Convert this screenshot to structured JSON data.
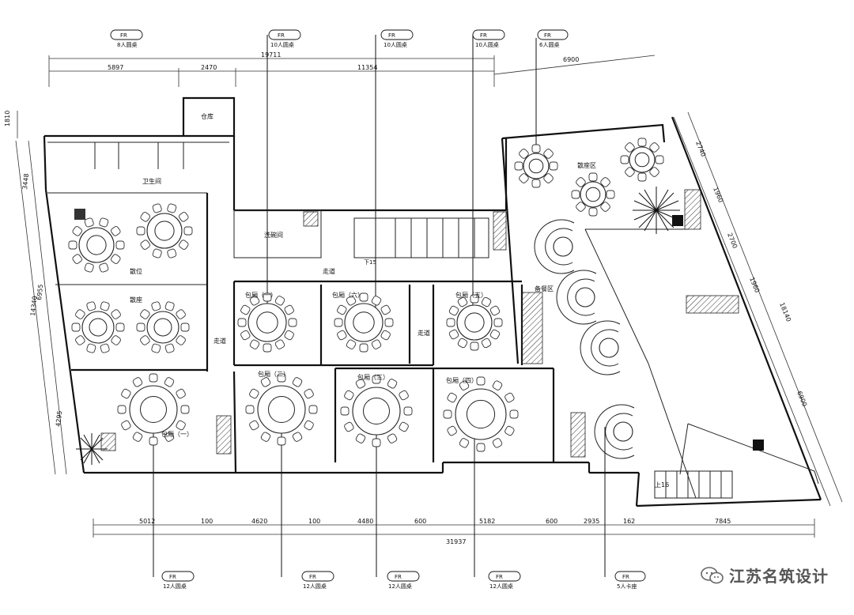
{
  "top_tags": [
    {
      "code": "FR",
      "label": "8人圆桌"
    },
    {
      "code": "FR",
      "label": "10人圆桌"
    },
    {
      "code": "FR",
      "label": "10人圆桌"
    },
    {
      "code": "FR",
      "label": "10人圆桌"
    },
    {
      "code": "FR",
      "label": "6人圆桌"
    }
  ],
  "bottom_tags": [
    {
      "code": "FR",
      "label": "12人圆桌"
    },
    {
      "code": "FR",
      "label": "12人圆桌"
    },
    {
      "code": "FR",
      "label": "12人圆桌"
    },
    {
      "code": "FR",
      "label": "12人圆桌"
    },
    {
      "code": "FR",
      "label": "5人卡座"
    }
  ],
  "top_dims": {
    "total": "19711",
    "segments": [
      "5897",
      "2470",
      "11354"
    ],
    "right": "6900"
  },
  "bottom_dims": {
    "total": "31937",
    "segments": [
      "5012",
      "100",
      "4620",
      "100",
      "4480",
      "600",
      "5182",
      "600",
      "2935",
      "162",
      "7845"
    ]
  },
  "left_dims": [
    "1810",
    "3448",
    "6955",
    "14340",
    "4295"
  ],
  "right_dims": [
    "2740",
    "1960",
    "2700",
    "1960",
    "18140",
    "6900"
  ],
  "rooms": {
    "toilet": "卫生间",
    "storage": "仓库",
    "pantry": "洗碗间",
    "corridor1": "走道",
    "corridor2": "走道",
    "corridor3": "走道",
    "seating": "散位",
    "lounge": "散座",
    "room1": "包厢（一）",
    "room2": "包厢（二）",
    "room3": "包厢（三）",
    "room4": "包厢（四）",
    "room5": "包厢（五）",
    "room6": "包厢（六）",
    "room7": "包厢（一）",
    "service": "备餐区",
    "hall": "散座区",
    "stair_up": "上16",
    "stair_note": "下15"
  },
  "watermark": "江苏名筑设计",
  "colors": {
    "line": "#111111",
    "background": "#ffffff",
    "watermark": "#555555"
  }
}
